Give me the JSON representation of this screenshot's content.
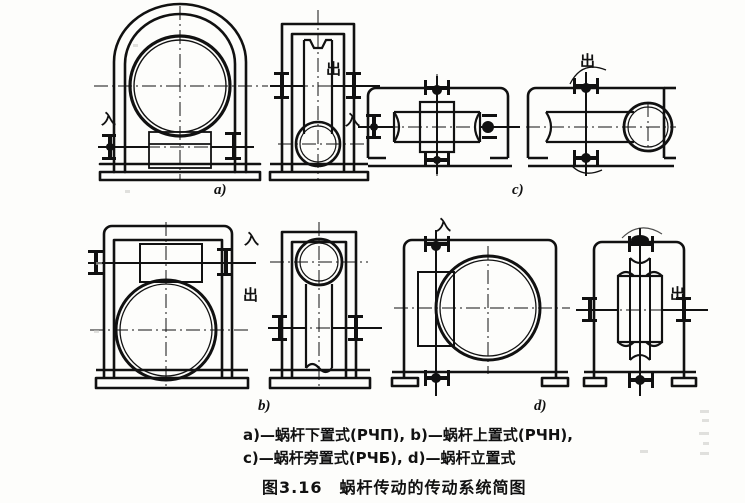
{
  "figure": {
    "number": "图3.16",
    "title": "蜗杆传动的传动系统简图",
    "caption_line1": "a)—蜗杆下置式(РЧП), b)—蜗杆上置式(РЧН),",
    "caption_line2": "c)—蜗杆旁置式(РЧБ), d)—蜗杆立置式",
    "caption_full": "图3.16　蜗杆传动的传动系统简图"
  },
  "subfigures": [
    {
      "key": "a",
      "label": "a)",
      "name": "蜗杆下置式",
      "code": "РЧП",
      "input_label": "入",
      "output_label": "出",
      "description": "worm below the worm wheel"
    },
    {
      "key": "b",
      "label": "b)",
      "name": "蜗杆上置式",
      "code": "РЧН",
      "input_label": "入",
      "output_label": "出",
      "description": "worm above the worm wheel"
    },
    {
      "key": "c",
      "label": "c)",
      "name": "蜗杆旁置式",
      "code": "РЧБ",
      "input_label": "入",
      "output_label": "出",
      "description": "worm beside the worm wheel"
    },
    {
      "key": "d",
      "label": "d)",
      "name": "蜗杆立置式",
      "code": "",
      "input_label": "入",
      "output_label": "出",
      "description": "worm mounted vertically"
    }
  ]
}
